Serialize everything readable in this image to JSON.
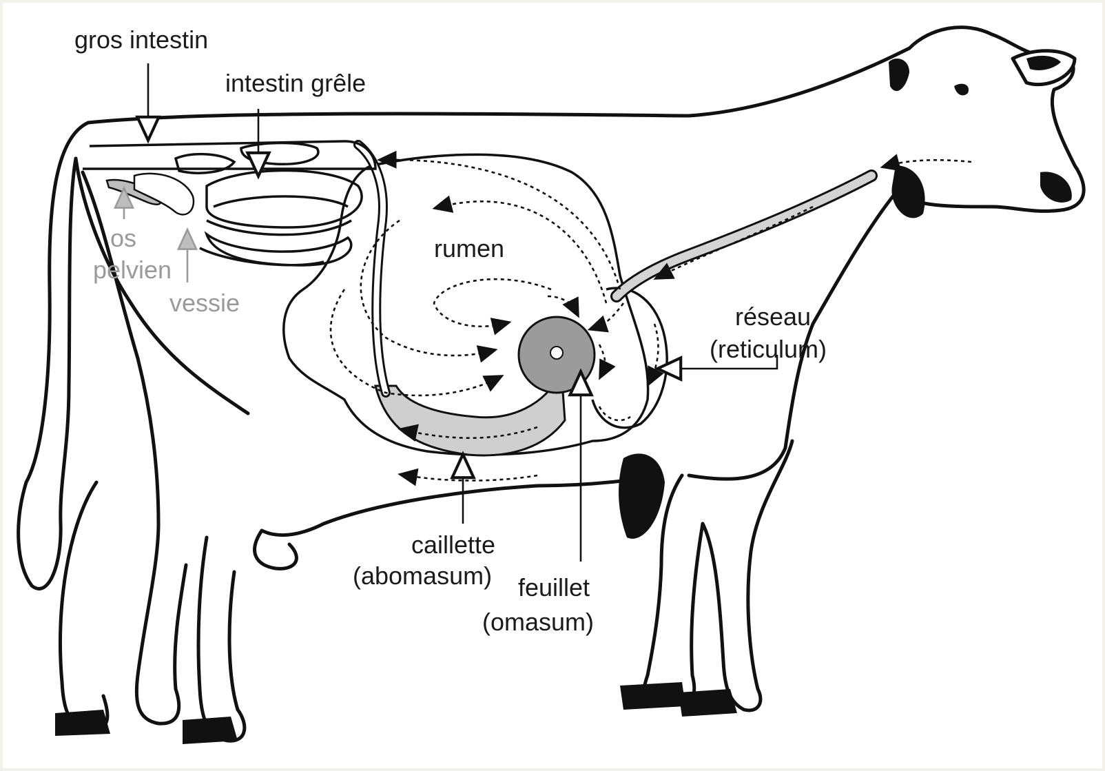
{
  "labels": {
    "gros_intestin": "gros intestin",
    "intestin_grele": "intestin grêle",
    "os": "os",
    "pelvien": "pelvien",
    "vessie": "vessie",
    "rumen": "rumen",
    "reseau": "réseau",
    "reticulum": "(reticulum)",
    "caillette": "caillette",
    "abomasum": "(abomasum)",
    "feuillet": "feuillet",
    "omasum": "(omasum)"
  },
  "colors": {
    "outline": "#111111",
    "abomasum_fill": "#cfcfcf",
    "omasum_fill": "#9b9b9b",
    "grey_label": "#9a9a9a",
    "background": "#f2f1ec"
  }
}
